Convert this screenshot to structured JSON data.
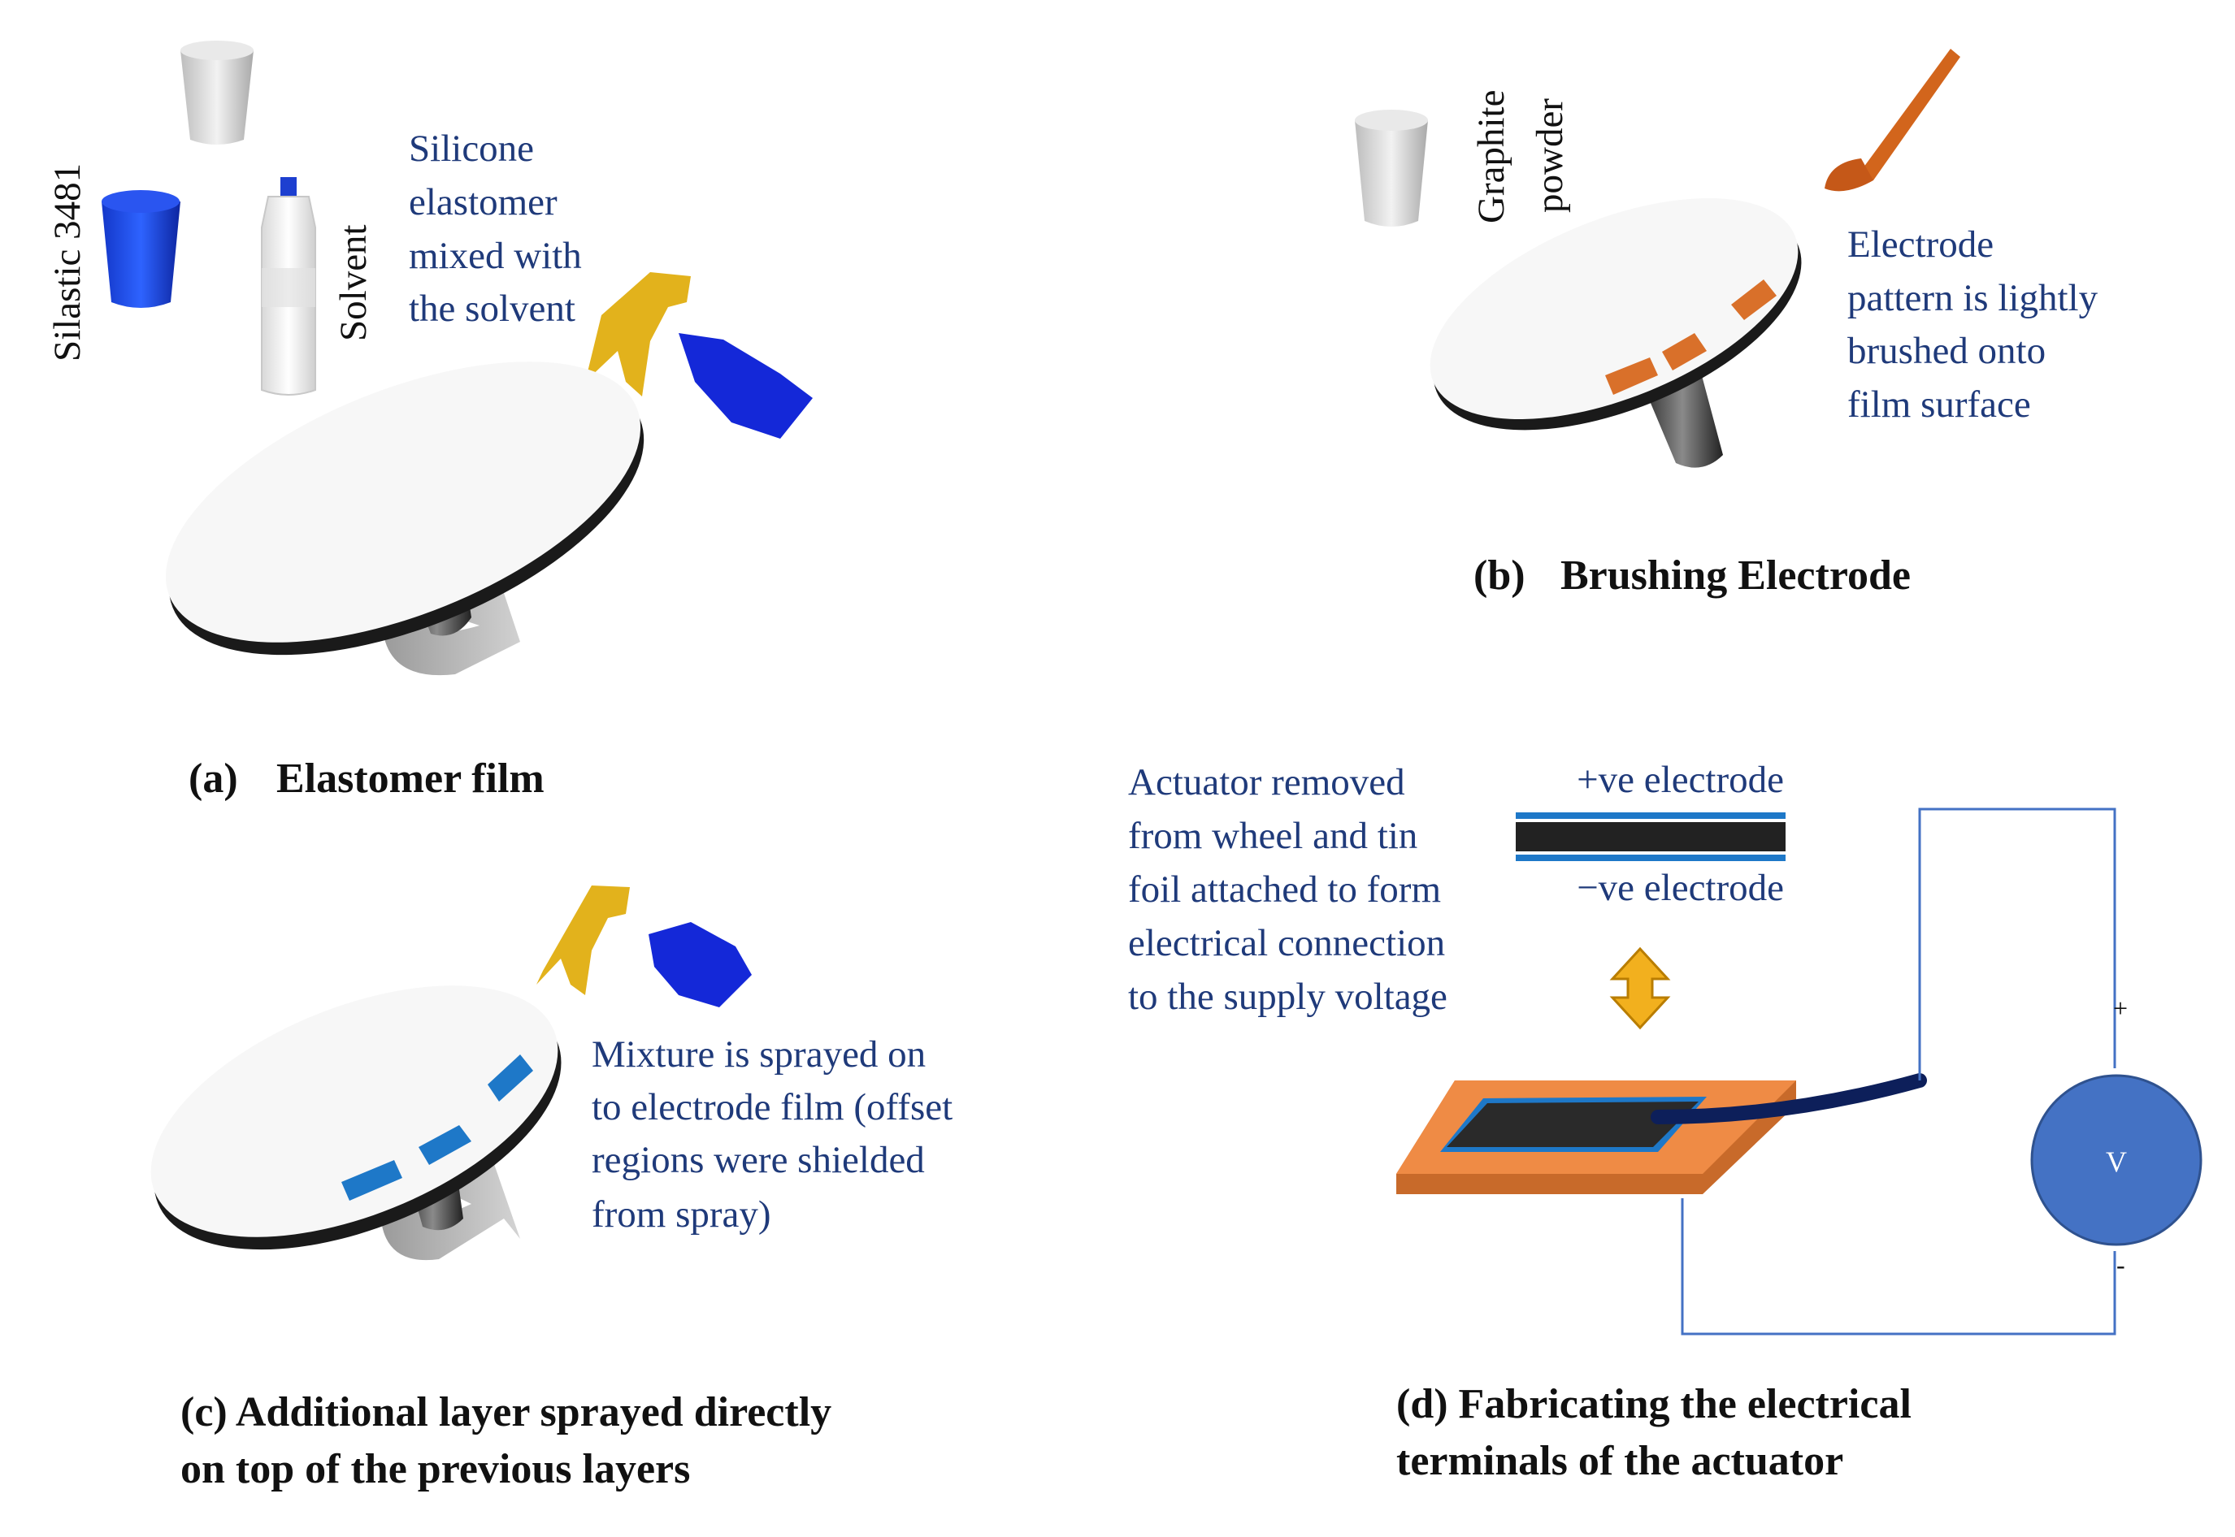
{
  "panel_a": {
    "caption_tag": "(a)",
    "caption_title": "Elastomer film",
    "label_silastic": "Silastic 3481",
    "label_solvent": "Solvent",
    "note_lines": [
      "Silicone",
      "elastomer",
      "mixed with",
      "the solvent"
    ]
  },
  "panel_b": {
    "caption_tag": "(b)",
    "caption_title": "Brushing Electrode",
    "label_graphite_1": "Graphite",
    "label_graphite_2": "powder",
    "note_lines": [
      "Electrode",
      "pattern is lightly",
      "brushed onto",
      "film surface"
    ]
  },
  "panel_c": {
    "caption_line1": "(c) Additional layer sprayed directly",
    "caption_line2": "on top of the previous layers",
    "note_lines": [
      "Mixture is sprayed on",
      "to electrode film (offset",
      "regions were shielded",
      "from spray)"
    ]
  },
  "panel_d": {
    "caption_line1": "(d) Fabricating the electrical",
    "caption_line2": "terminals of the actuator",
    "note_lines": [
      "Actuator removed",
      "from wheel and tin",
      "foil attached to form",
      "electrical connection",
      "to the supply voltage"
    ],
    "positive_electrode": "+ve electrode",
    "negative_electrode": "−ve electrode",
    "plus_sign": "+",
    "minus_sign": "-",
    "voltmeter_label": "V"
  },
  "colors": {
    "note_text": "#1f3a7a",
    "electrode_orange": "#d9702a",
    "spray_blue": "#1e78c8",
    "voltmeter": "#4472c4",
    "arrow_yellow": "#f2b01e"
  }
}
